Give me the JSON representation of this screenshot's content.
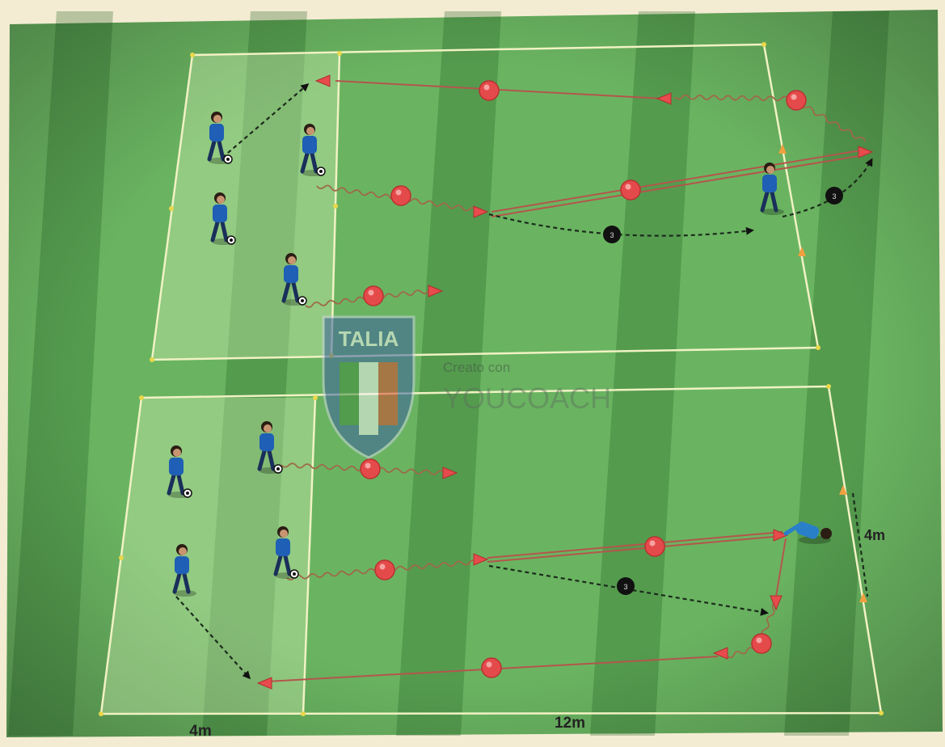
{
  "diagram": {
    "watermark": {
      "badge_text": "TALIA",
      "line1": "Creato con",
      "line2": "YOUCOACH"
    },
    "dimensions": {
      "bottom_left": "4m",
      "bottom_center": "12m",
      "right_side": "4m"
    },
    "sequence_markers": {
      "top_center": "3",
      "top_right": "3",
      "bottom_center": "3"
    }
  },
  "colors": {
    "grass_light": "#8fcf7a",
    "grass_dark": "#4f9a4a",
    "line": "#f1f2c4",
    "cone": "#e74b4b",
    "ball_red": "#e54a4a",
    "player_kit": "#1f5fb5",
    "pass_line": "#b3564c",
    "run_line": "#1c2b1c"
  }
}
